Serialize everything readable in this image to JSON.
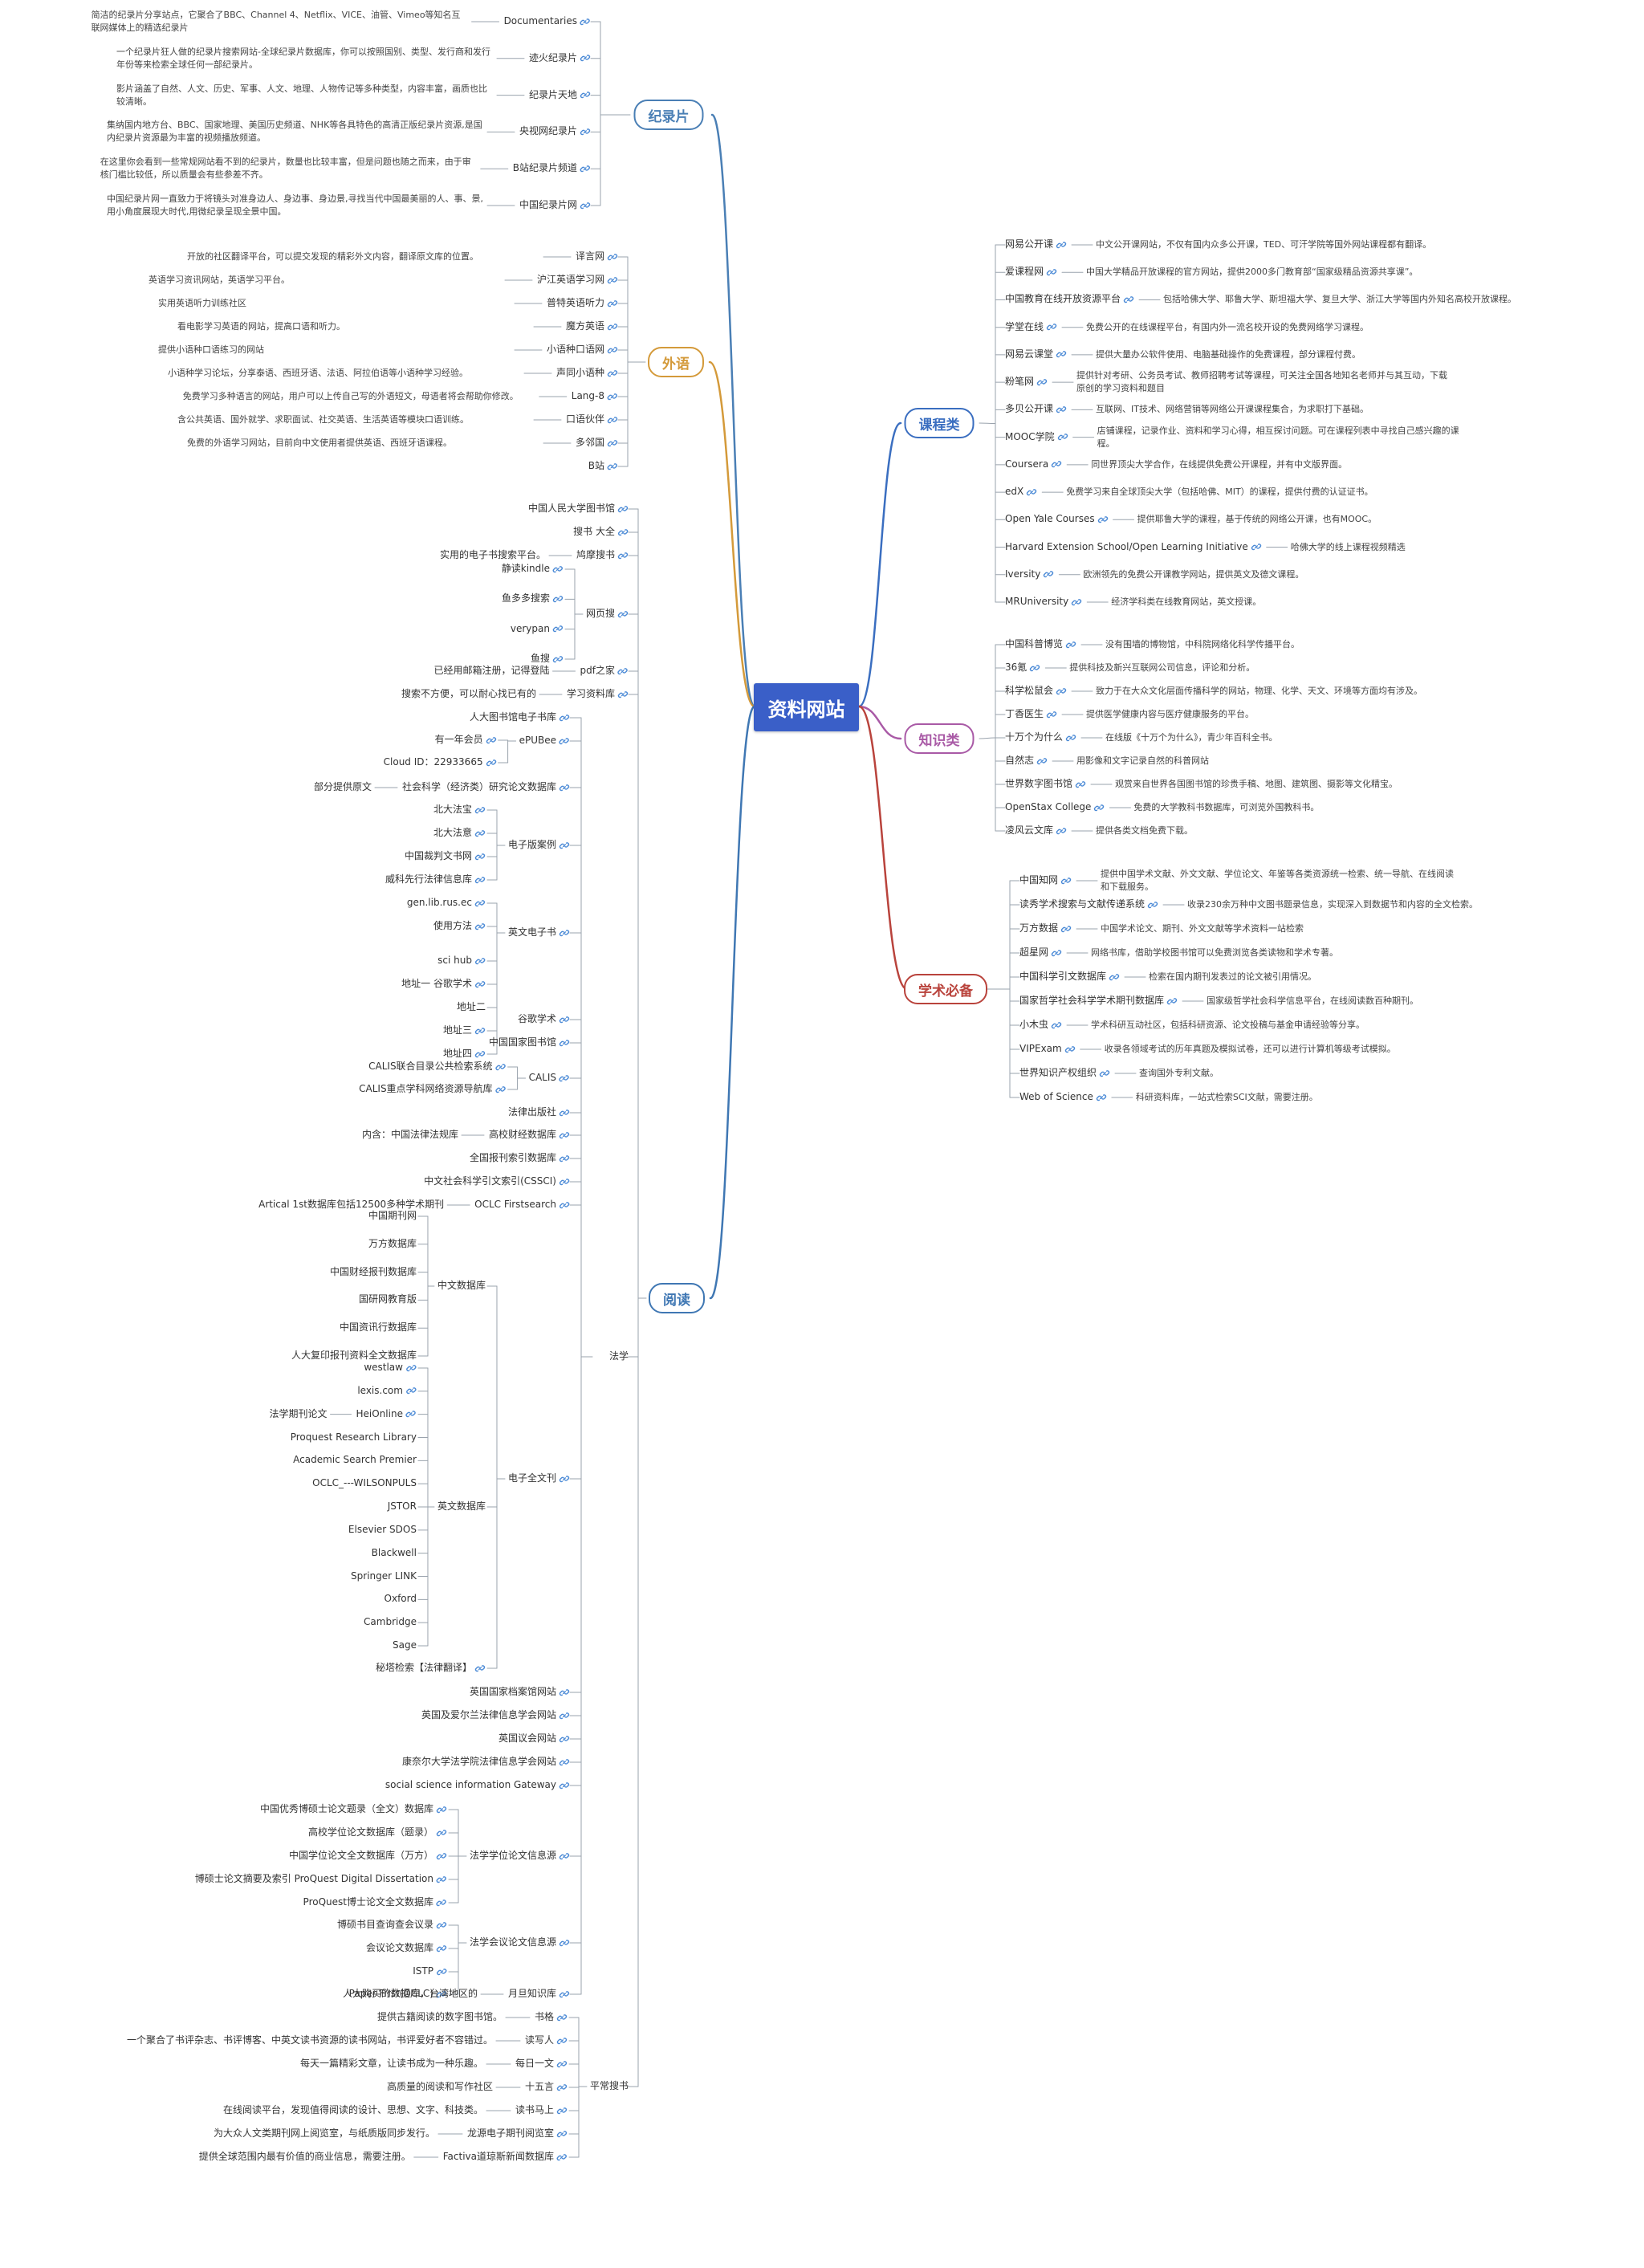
{
  "root": "资料网站",
  "colors": {
    "documentary": "#4a7fb5",
    "language": "#d49a3a",
    "reading": "#3f77b3",
    "course": "#3a6ec0",
    "knowledge": "#a95aa6",
    "academic": "#b9433c",
    "wire": "#9aa3ad"
  },
  "branches": {
    "documentary": {
      "label": "纪录片",
      "items": [
        {
          "label": "Documentaries",
          "desc": "简洁的纪录片分享站点，它聚合了BBC、Channel 4、Netflix、VICE、油管、Vimeo等知名互联网媒体上的精选纪录片"
        },
        {
          "label": "迹火纪录片",
          "desc": "一个纪录片狂人做的纪录片搜索网站-全球纪录片数据库，你可以按照国别、类型、发行商和发行年份等来检索全球任何一部纪录片。"
        },
        {
          "label": "纪录片天地",
          "desc": "影片涵盖了自然、人文、历史、军事、人文、地理、人物传记等多种类型，内容丰富，画质也比较清晰。"
        },
        {
          "label": "央视网纪录片",
          "desc": "集纳国内地方台、BBC、国家地理、美国历史频道、NHK等各具特色的高清正版纪录片资源,是国内纪录片资源最为丰富的视频播放频道。"
        },
        {
          "label": "B站纪录片频道",
          "desc": "在这里你会看到一些常规网站看不到的纪录片，数量也比较丰富，但是问题也随之而来，由于审核门槛比较低，所以质量会有些参差不齐。"
        },
        {
          "label": "中国纪录片网",
          "desc": "中国纪录片网一直致力于将镜头对准身边人、身边事、身边景,寻找当代中国最美丽的人、事、景,用小角度展现大时代,用微纪录呈现全景中国。"
        }
      ]
    },
    "language": {
      "label": "外语",
      "items": [
        {
          "label": "译言网",
          "desc": "开放的社区翻译平台，可以提交发现的精彩外文内容，翻译原文库的位置。"
        },
        {
          "label": "沪江英语学习网",
          "desc": "英语学习资讯网站，英语学习平台。"
        },
        {
          "label": "普特英语听力",
          "desc": "实用英语听力训练社区"
        },
        {
          "label": "魔方英语",
          "desc": "看电影学习英语的网站，提高口语和听力。"
        },
        {
          "label": "小语种口语网",
          "desc": "提供小语种口语练习的网站"
        },
        {
          "label": "声同小语种",
          "desc": "小语种学习论坛，分享泰语、西班牙语、法语、阿拉伯语等小语种学习经验。"
        },
        {
          "label": "Lang-8",
          "desc": "免费学习多种语言的网站，用户可以上传自己写的外语短文，母语者将会帮助你修改。"
        },
        {
          "label": "口语伙伴",
          "desc": "含公共英语、国外就学、求职面试、社交英语、生活英语等模块口语训练。"
        },
        {
          "label": "多邻国",
          "desc": "免费的外语学习网站，目前向中文使用者提供英语、西班牙语课程。"
        },
        {
          "label": "B站",
          "desc": ""
        }
      ]
    },
    "reading": {
      "label": "阅读",
      "items": [
        {
          "label": "中国人民大学图书馆"
        },
        {
          "label": "搜书 大全"
        },
        {
          "label": "鸠摩搜书",
          "desc": "实用的电子书搜索平台。"
        },
        {
          "label": "网页搜",
          "children": [
            "静读kindle",
            "鱼多多搜索",
            "verypan",
            "鱼搜"
          ]
        },
        {
          "label": "pdf之家",
          "desc": "已经用邮箱注册，记得登陆"
        },
        {
          "label": "学习资料库",
          "desc": "搜索不方便，可以耐心找已有的"
        },
        {
          "label": "法学"
        },
        {
          "label": "平常搜书"
        }
      ]
    },
    "law": {
      "label": "法学",
      "items": [
        {
          "label": "人大图书馆电子书库"
        },
        {
          "label": "ePUBee",
          "children": [
            "有一年会员",
            "Cloud ID：22933665"
          ]
        },
        {
          "label": "社会科学（经济类）研究论文数据库",
          "desc": "部分提供原文"
        },
        {
          "label": "电子版案例",
          "children": [
            "北大法宝",
            "北大法意",
            "中国裁判文书网",
            "威科先行法律信息库"
          ]
        },
        {
          "label": "英文电子书",
          "children": [
            "gen.lib.rus.ec",
            "使用方法",
            "sci hub",
            "地址一 谷歌学术",
            "地址二",
            "地址三",
            "地址四"
          ]
        },
        {
          "label": "谷歌学术"
        },
        {
          "label": "中国国家图书馆"
        },
        {
          "label": "CALIS",
          "children": [
            "CALIS联合目录公共检索系统",
            "CALIS重点学科网络资源导航库"
          ]
        },
        {
          "label": "法律出版社"
        },
        {
          "label": "高校财经数据库",
          "desc": "内含：中国法律法规库"
        },
        {
          "label": "全国报刊索引数据库"
        },
        {
          "label": "中文社会科学引文索引(CSSCI)"
        },
        {
          "label": "OCLC Firstsearch",
          "desc": "Artical 1st数据库包括12500多种学术期刊"
        },
        {
          "label": "电子全文刊",
          "children": [
            "中文数据库",
            "英文数据库",
            "秘塔检索【法律翻译】"
          ]
        },
        {
          "label": "英国国家档案馆网站"
        },
        {
          "label": "英国及爱尔兰法律信息学会网站"
        },
        {
          "label": "英国议会网站"
        },
        {
          "label": "康奈尔大学法学院法律信息学会网站"
        },
        {
          "label": "social science information Gateway"
        },
        {
          "label": "法学学位论文信息源",
          "children": [
            "中国优秀博硕士论文题录（全文）数据库",
            "高校学位论文数据库（题录）",
            "中国学位论文全文数据库（万方）",
            "博硕士论文摘要及索引 ProQuest Digital Dissertation",
            "ProQuest博士论文全文数据库"
          ]
        },
        {
          "label": "法学会议论文信息源",
          "children": [
            "博硕书目查询查会议录",
            "会议论文数据库",
            "ISTP",
            "Paper First(OCLC)"
          ]
        },
        {
          "label": "月旦知识库",
          "desc": "人大购买的数据库，台湾地区的"
        }
      ]
    },
    "zh_db": {
      "label": "中文数据库",
      "items": [
        "中国期刊网",
        "万方数据库",
        "中国财经报刊数据库",
        "国研网教育版",
        "中国资讯行数据库",
        "人大复印报刊资料全文数据库"
      ]
    },
    "en_db": {
      "label": "英文数据库",
      "items": [
        "westlaw",
        "lexis.com",
        "HeiOnline",
        "Proquest Research Library",
        "Academic Search Premier",
        "OCLC_---WILSONPULS",
        "JSTOR",
        "Elsevier SDOS",
        "Blackwell",
        "Springer LINK",
        "Oxford",
        "Cambridge",
        "Sage"
      ],
      "hei_note": "法学期刊论文"
    },
    "books": {
      "label": "平常搜书",
      "items": [
        {
          "label": "书格",
          "desc": "提供古籍阅读的数字图书馆。"
        },
        {
          "label": "读写人",
          "desc": "一个聚合了书评杂志、书评博客、中英文读书资源的读书网站，书评爱好者不容错过。"
        },
        {
          "label": "每日一文",
          "desc": "每天一篇精彩文章，让读书成为一种乐趣。"
        },
        {
          "label": "十五言",
          "desc": "高质量的阅读和写作社区"
        },
        {
          "label": "读书马上",
          "desc": "在线阅读平台，发现值得阅读的设计、思想、文字、科技类。"
        },
        {
          "label": "龙源电子期刊阅览室",
          "desc": "为大众人文类期刊网上阅览室，与纸质版同步发行。"
        },
        {
          "label": "Factiva道琼斯新闻数据库",
          "desc": "提供全球范围内最有价值的商业信息，需要注册。"
        }
      ]
    },
    "course": {
      "label": "课程类",
      "items": [
        {
          "label": "网易公开课",
          "desc": "中文公开课网站，不仅有国内众多公开课，TED、可汗学院等国外网站课程都有翻译。"
        },
        {
          "label": "爱课程网",
          "desc": "中国大学精品开放课程的官方网站，提供2000多门教育部“国家级精品资源共享课”。"
        },
        {
          "label": "中国教育在线开放资源平台",
          "desc": "包括哈佛大学、耶鲁大学、斯坦福大学、复旦大学、浙江大学等国内外知名高校开放课程。"
        },
        {
          "label": "学堂在线",
          "desc": "免费公开的在线课程平台，有国内外一流名校开设的免费网络学习课程。"
        },
        {
          "label": "网易云课堂",
          "desc": "提供大量办公软件使用、电脑基础操作的免费课程，部分课程付费。"
        },
        {
          "label": "粉笔网",
          "desc": "提供针对考研、公务员考试、教师招聘考试等课程，可关注全国各地知名老师并与其互动，下载原创的学习资料和题目"
        },
        {
          "label": "多贝公开课",
          "desc": "互联网、IT技术、网络营销等网络公开课课程集合，为求职打下基础。"
        },
        {
          "label": "MOOC学院",
          "desc": "店铺课程，记录作业、资料和学习心得，相互探讨问题。可在课程列表中寻找自己感兴趣的课程。"
        },
        {
          "label": "Coursera",
          "desc": "同世界顶尖大学合作，在线提供免费公开课程，并有中文版界面。"
        },
        {
          "label": "edX",
          "desc": "免费学习来自全球顶尖大学（包括哈佛、MIT）的课程，提供付费的认证证书。"
        },
        {
          "label": "Open Yale Courses",
          "desc": "提供耶鲁大学的课程，基于传统的网络公开课，也有MOOC。"
        },
        {
          "label": "Harvard Extension School/Open Learning Initiative",
          "desc": "哈佛大学的线上课程视频精选"
        },
        {
          "label": "Iversity",
          "desc": "欧洲领先的免费公开课教学网站，提供英文及德文课程。"
        },
        {
          "label": "MRUniversity",
          "desc": "经济学科类在线教育网站，英文授课。"
        }
      ]
    },
    "knowledge": {
      "label": "知识类",
      "items": [
        {
          "label": "中国科普博览",
          "desc": "没有围墙的博物馆，中科院网络化科学传播平台。"
        },
        {
          "label": "36氪",
          "desc": "提供科技及新兴互联网公司信息，评论和分析。"
        },
        {
          "label": "科学松鼠会",
          "desc": "致力于在大众文化层面传播科学的网站，物理、化学、天文、环境等方面均有涉及。"
        },
        {
          "label": "丁香医生",
          "desc": "提供医学健康内容与医疗健康服务的平台。"
        },
        {
          "label": "十万个为什么",
          "desc": "在线版《十万个为什么》，青少年百科全书。"
        },
        {
          "label": "自然志",
          "desc": "用影像和文字记录自然的科普网站"
        },
        {
          "label": "世界数字图书馆",
          "desc": "观赏来自世界各国图书馆的珍贵手稿、地图、建筑图、摄影等文化精宝。"
        },
        {
          "label": "OpenStax College",
          "desc": "免费的大学教科书数据库，可浏览外国教科书。"
        },
        {
          "label": "凌风云文库",
          "desc": "提供各类文档免费下载。"
        }
      ]
    },
    "academic": {
      "label": "学术必备",
      "items": [
        {
          "label": "中国知网",
          "desc": "提供中国学术文献、外文文献、学位论文、年鉴等各类资源统一检索、统一导航、在线阅读和下载服务。"
        },
        {
          "label": "读秀学术搜索与文献传递系统",
          "desc": "收录230余万种中文图书题录信息，实现深入到数据节和内容的全文检索。"
        },
        {
          "label": "万方数据",
          "desc": "中国学术论文、期刊、外文文献等学术资料一站检索"
        },
        {
          "label": "超星网",
          "desc": "网络书库，借助学校图书馆可以免费浏览各类读物和学术专著。"
        },
        {
          "label": "中国科学引文数据库",
          "desc": "检索在国内期刊发表过的论文被引用情况。"
        },
        {
          "label": "国家哲学社会科学学术期刊数据库",
          "desc": "国家级哲学社会科学信息平台，在线阅读数百种期刊。"
        },
        {
          "label": "小木虫",
          "desc": "学术科研互动社区，包括科研资源、论文投稿与基金申请经验等分享。"
        },
        {
          "label": "VIPExam",
          "desc": "收录各领域考试的历年真题及模拟试卷，还可以进行计算机等级考试模拟。"
        },
        {
          "label": "世界知识产权组织",
          "desc": "查询国外专利文献。"
        },
        {
          "label": "Web of Science",
          "desc": "科研资料库，一站式检索SCI文献，需要注册。"
        }
      ]
    }
  }
}
